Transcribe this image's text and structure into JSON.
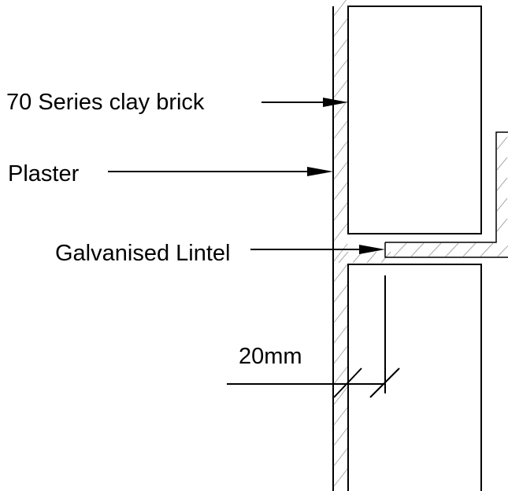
{
  "labels": {
    "brick": "70 Series clay brick",
    "plaster": "Plaster",
    "lintel": "Galvanised Lintel",
    "dimension": "20mm"
  }
}
